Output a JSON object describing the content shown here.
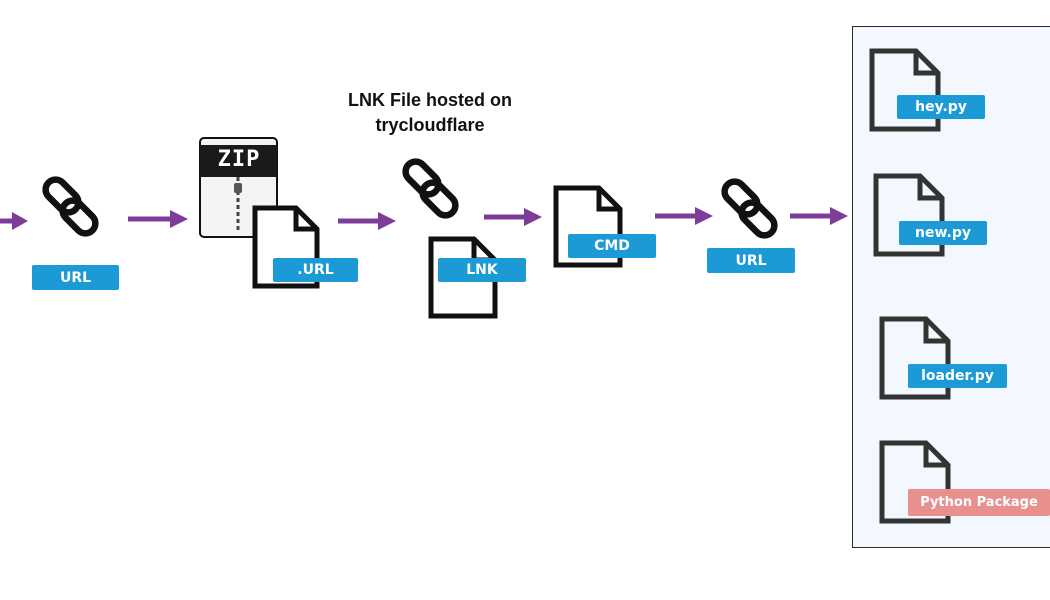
{
  "colors": {
    "label_blue": "#1b9ad6",
    "label_pink": "#e8908d",
    "arrow_purple": "#7d3c98",
    "icon_dark": "#111111",
    "panel_bg": "#f2f8fd"
  },
  "caption": {
    "line1": "LNK File hosted on",
    "line2": "trycloudflare"
  },
  "zip": {
    "text": "ZIP"
  },
  "labels": {
    "url1": "URL",
    "url_file": ".URL",
    "lnk": "LNK",
    "cmd": "CMD",
    "url2": "URL"
  },
  "payload": {
    "files": [
      {
        "name": "hey.py"
      },
      {
        "name": "new.py"
      },
      {
        "name": "loader.py"
      },
      {
        "name": "Python Package"
      }
    ]
  },
  "icons": {
    "link": "chain-link-icon",
    "file": "document-icon",
    "zip": "zip-archive-icon",
    "arrow": "right-arrow-icon"
  }
}
